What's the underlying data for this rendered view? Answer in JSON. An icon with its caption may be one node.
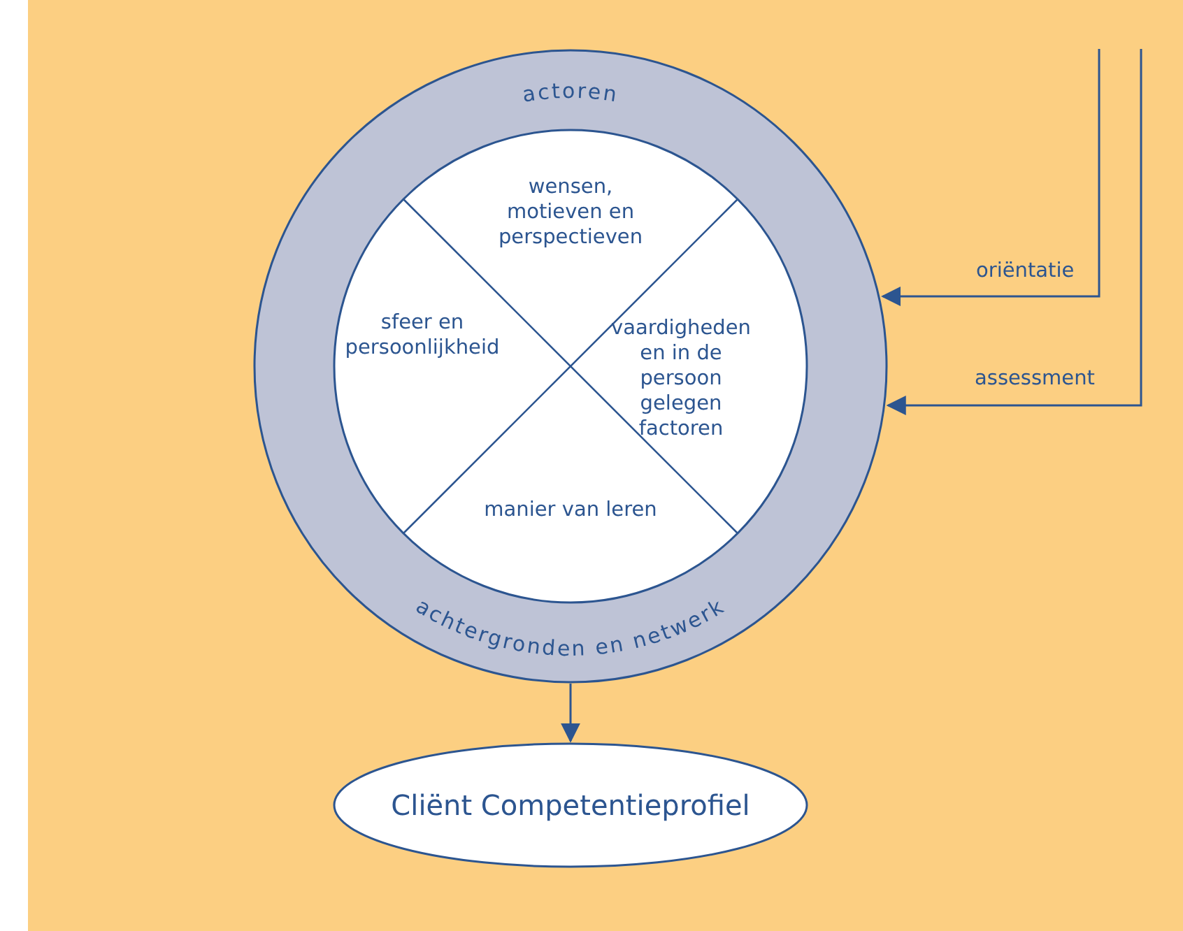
{
  "diagram": {
    "nodes": [
      {
        "text": [
          "actoren",
          "achtergronden en netwerk"
        ]
      },
      {
        "text": [
          "wensen, motieven en perspectieven"
        ],
        "in": 0
      },
      {
        "text": [
          "sfeer en persoonlijkheid"
        ],
        "in": 0
      },
      {
        "text": [
          "vaardigheden en in de persoon gelegen factoren"
        ],
        "in": 0
      },
      {
        "text": [
          "manier van leren"
        ],
        "in": 0
      },
      {
        "text": [
          "Cliënt Competentieprofiel"
        ]
      }
    ],
    "edges": [
      {
        "from": 0,
        "to": 5,
        "arrow": "to"
      },
      {
        "from": null,
        "to": 0,
        "arrow": "to",
        "label": "oriëntatie"
      },
      {
        "from": null,
        "to": 0,
        "arrow": "to",
        "label": "assessment"
      }
    ]
  }
}
